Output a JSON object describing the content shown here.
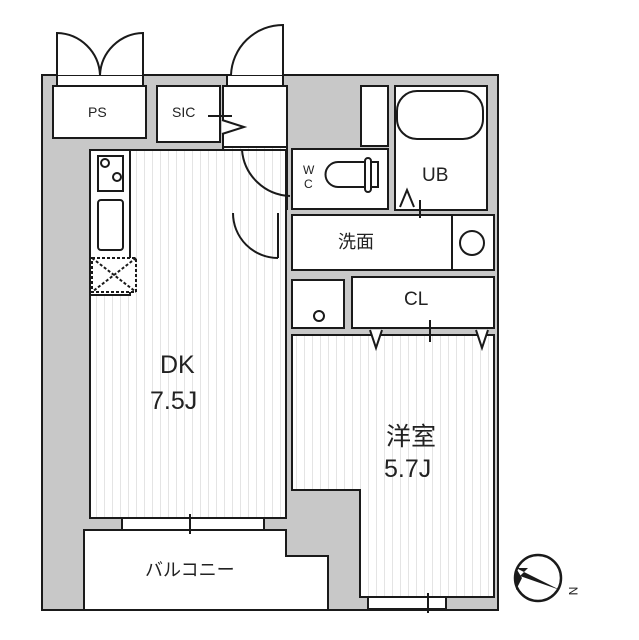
{
  "floorplan": {
    "rooms": {
      "ps": "PS",
      "sic": "SIC",
      "wc_w": "W",
      "wc_c": "C",
      "ub": "UB",
      "washroom": "洗面",
      "closet": "CL",
      "dk_name": "DK",
      "dk_size": "7.5J",
      "western_name": "洋室",
      "western_size": "5.7J",
      "balcony": "バルコニー"
    },
    "compass": {
      "label": "N",
      "icon": "north-arrow-icon"
    },
    "colors": {
      "wall": "#c8c8c8",
      "line": "#1a1a1a",
      "floor_stripe": "#e6e6e6"
    }
  }
}
